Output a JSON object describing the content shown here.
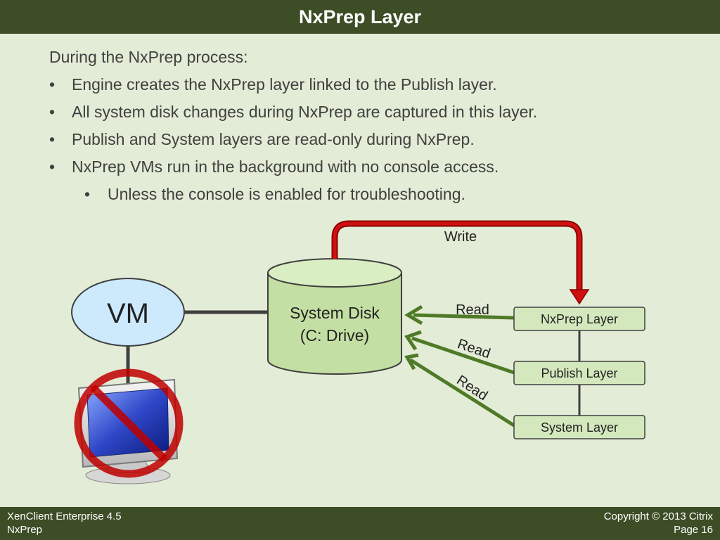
{
  "slide": {
    "title": "NxPrep Layer",
    "intro": "During the NxPrep process:",
    "bullets": [
      "Engine creates the NxPrep layer linked to the Publish layer.",
      "All system disk changes during NxPrep are captured in this layer.",
      "Publish and System layers are read-only during NxPrep.",
      "NxPrep VMs run in the background with no console access."
    ],
    "sub_bullets": [
      "Unless the console is enabled for troubleshooting."
    ]
  },
  "diagram": {
    "vm_label": "VM",
    "disk_label_line1": "System Disk",
    "disk_label_line2": "(C: Drive)",
    "write_label": "Write",
    "read_labels": [
      "Read",
      "Read",
      "Read"
    ],
    "layers": [
      "NxPrep Layer",
      "Publish Layer",
      "System Layer"
    ],
    "icons": [
      "no-console-monitor-icon"
    ],
    "colors": {
      "write_arrow": "#c00000",
      "read_arrow": "#4f7a28",
      "disk_fill": "#c4dfa3",
      "layer_fill": "#d4e8bd",
      "vm_fill": "#cdeafd",
      "prohibition": "#c00000"
    }
  },
  "footer": {
    "product": "XenClient Enterprise 4.5",
    "section": "NxPrep",
    "copyright": "Copyright © 2013 Citrix",
    "page": "Page 16"
  }
}
